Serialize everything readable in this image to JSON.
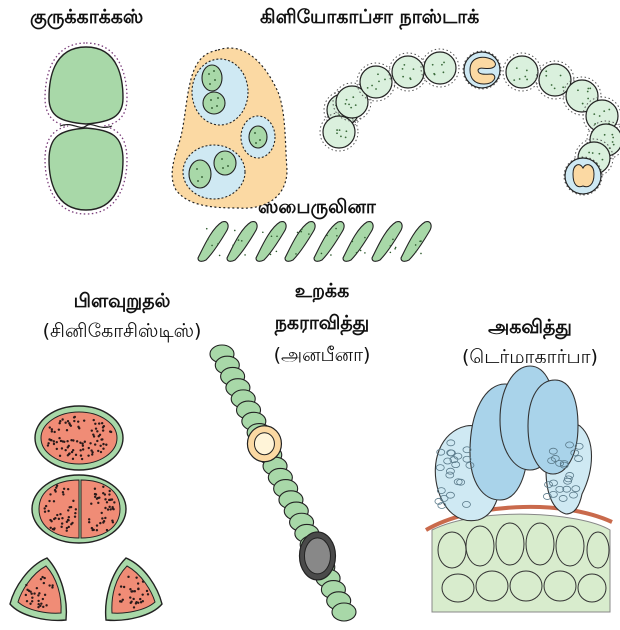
{
  "labels": {
    "gloeocapsa": "குருக்காக்கஸ்",
    "nostoc": "கிளியோகாப்சா  நாஸ்டாக்",
    "spirulina": "ஸ்பைருலினா",
    "fission_title": "பிளவுறுதல்",
    "fission_sub": "(சினிகோசிஸ்டிஸ்)",
    "akinete_title_1": "உறக்க",
    "akinete_title_2": "நகராவித்து",
    "akinete_sub": "(அனபீனா)",
    "endospore_title": "அகவித்து",
    "endospore_sub": "(டெர்மாகார்பா)"
  },
  "colors": {
    "green_cell": "#a8d8a8",
    "pale_green": "#daf0dd",
    "sheath_orange": "#fbd9a3",
    "cell_blue": "#cfe9f3",
    "salmon": "#f08c76",
    "grey_akinete": "#888888",
    "blue_spores": "#a9d3ea",
    "brown_wall": "#c96a4c",
    "tissue_green": "#d8eccd"
  }
}
